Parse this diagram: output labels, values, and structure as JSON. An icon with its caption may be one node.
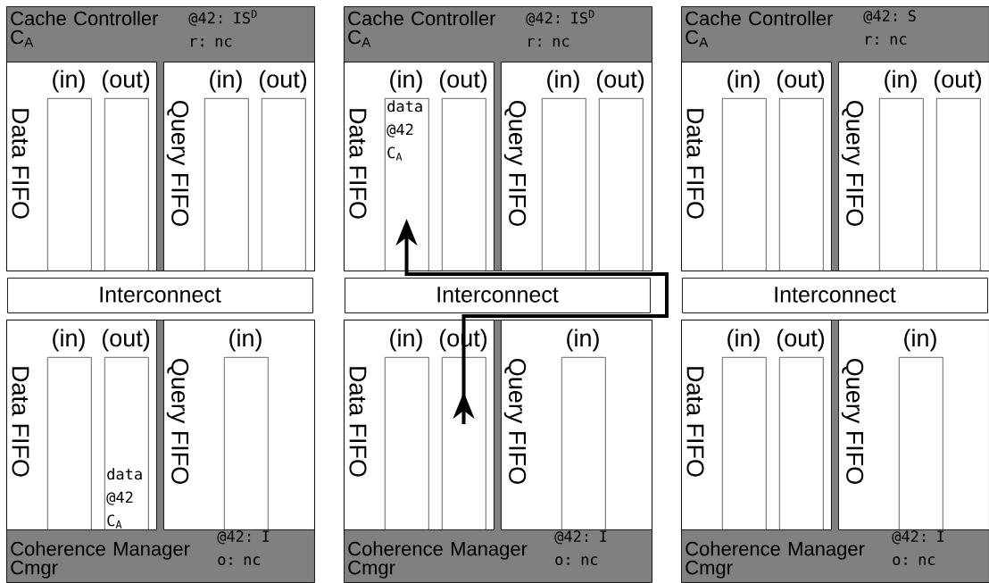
{
  "diagram": {
    "nodes": [
      {
        "text": [
          "Cache Controller C$_{A}$",
          "@42: IS$^{D}$ r: nc"
        ]
      },
      {
        "text": [
          "Data FIFO"
        ],
        "in": 0
      },
      {
        "text": [
          "(in)"
        ],
        "in": 1
      },
      {
        "text": [
          "(out)"
        ],
        "in": 1
      },
      {
        "text": [
          "Query FIFO"
        ],
        "in": 0
      },
      {
        "text": [
          "(in)"
        ],
        "in": 4
      },
      {
        "text": [
          "(out)"
        ],
        "in": 4
      },
      {
        "text": [
          "Interconnect"
        ]
      },
      {
        "text": [
          "Coherence Manager Cmgr",
          "@42: I o: nc"
        ]
      },
      {
        "text": [
          "Data FIFO"
        ],
        "in": 8
      },
      {
        "text": [
          "(in)"
        ],
        "in": 9
      },
      {
        "text": [
          "(out)",
          "data @42 C$_{A}$"
        ],
        "in": 9
      },
      {
        "text": [
          "Query FIFO"
        ],
        "in": 8
      },
      {
        "text": [
          "(in)"
        ],
        "in": 12
      },
      {
        "text": [
          "Cache Controller C$_{A}$",
          "@42: IS$^{D}$ r: nc"
        ]
      },
      {
        "text": [
          "Data FIFO"
        ],
        "in": 14
      },
      {
        "text": [
          "(in)",
          "data @42 C$_{A}$"
        ],
        "in": 15
      },
      {
        "text": [
          "(out)"
        ],
        "in": 15
      },
      {
        "text": [
          "Query FIFO"
        ],
        "in": 14
      },
      {
        "text": [
          "(in)"
        ],
        "in": 18
      },
      {
        "text": [
          "(out)"
        ],
        "in": 18
      },
      {
        "text": [
          "Interconnect"
        ]
      },
      {
        "text": [
          "Coherence Manager Cmgr",
          "@42: I o: nc"
        ]
      },
      {
        "text": [
          "Data FIFO"
        ],
        "in": 22
      },
      {
        "text": [
          "(in)"
        ],
        "in": 23
      },
      {
        "text": [
          "(out)"
        ],
        "in": 23
      },
      {
        "text": [
          "Query FIFO"
        ],
        "in": 22
      },
      {
        "text": [
          "(in)"
        ],
        "in": 26
      },
      {
        "text": [
          "Cache Controller C$_{A}$",
          "@42: S r: nc"
        ]
      },
      {
        "text": [
          "Data FIFO"
        ],
        "in": 28
      },
      {
        "text": [
          "(in)"
        ],
        "in": 29
      },
      {
        "text": [
          "(out)"
        ],
        "in": 29
      },
      {
        "text": [
          "Query FIFO"
        ],
        "in": 28
      },
      {
        "text": [
          "(in)"
        ],
        "in": 32
      },
      {
        "text": [
          "(out)"
        ],
        "in": 32
      },
      {
        "text": [
          "Interconnect"
        ]
      },
      {
        "text": [
          "Coherence Manager Cmgr",
          "@42: I o: nc"
        ]
      },
      {
        "text": [
          "Data FIFO"
        ],
        "in": 36
      },
      {
        "text": [
          "(in)"
        ],
        "in": 37
      },
      {
        "text": [
          "(out)"
        ],
        "in": 37
      },
      {
        "text": [
          "Query FIFO"
        ],
        "in": 36
      },
      {
        "text": [
          "(in)"
        ],
        "in": 40
      }
    ],
    "edges": [
      {
        "from": 25,
        "to": 16,
        "arrow": "to"
      }
    ]
  }
}
